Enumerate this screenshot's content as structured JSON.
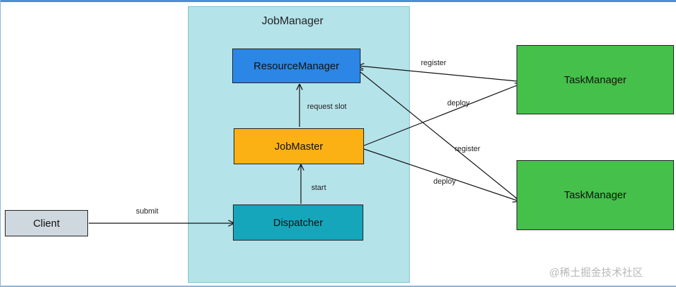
{
  "diagram": {
    "container_label": "JobManager",
    "nodes": {
      "resource_manager": "ResourceManager",
      "job_master": "JobMaster",
      "dispatcher": "Dispatcher",
      "client": "Client",
      "task_manager_1": "TaskManager",
      "task_manager_2": "TaskManager"
    },
    "edges": [
      {
        "from": "client",
        "to": "dispatcher",
        "label": "submit"
      },
      {
        "from": "dispatcher",
        "to": "job_master",
        "label": "start"
      },
      {
        "from": "job_master",
        "to": "resource_manager",
        "label": "request slot"
      },
      {
        "from": "task_manager_1",
        "to": "resource_manager",
        "label": "register"
      },
      {
        "from": "job_master",
        "to": "task_manager_1",
        "label": "deploy"
      },
      {
        "from": "task_manager_2",
        "to": "resource_manager",
        "label": "register"
      },
      {
        "from": "job_master",
        "to": "task_manager_2",
        "label": "deploy"
      }
    ],
    "colors": {
      "container": "#b5e3ea",
      "resource_manager": "#2b86e5",
      "job_master": "#fbb113",
      "dispatcher": "#15a6bc",
      "client": "#cfd8df",
      "task_manager": "#45c04a"
    }
  },
  "watermark": "@稀土掘金技术社区"
}
